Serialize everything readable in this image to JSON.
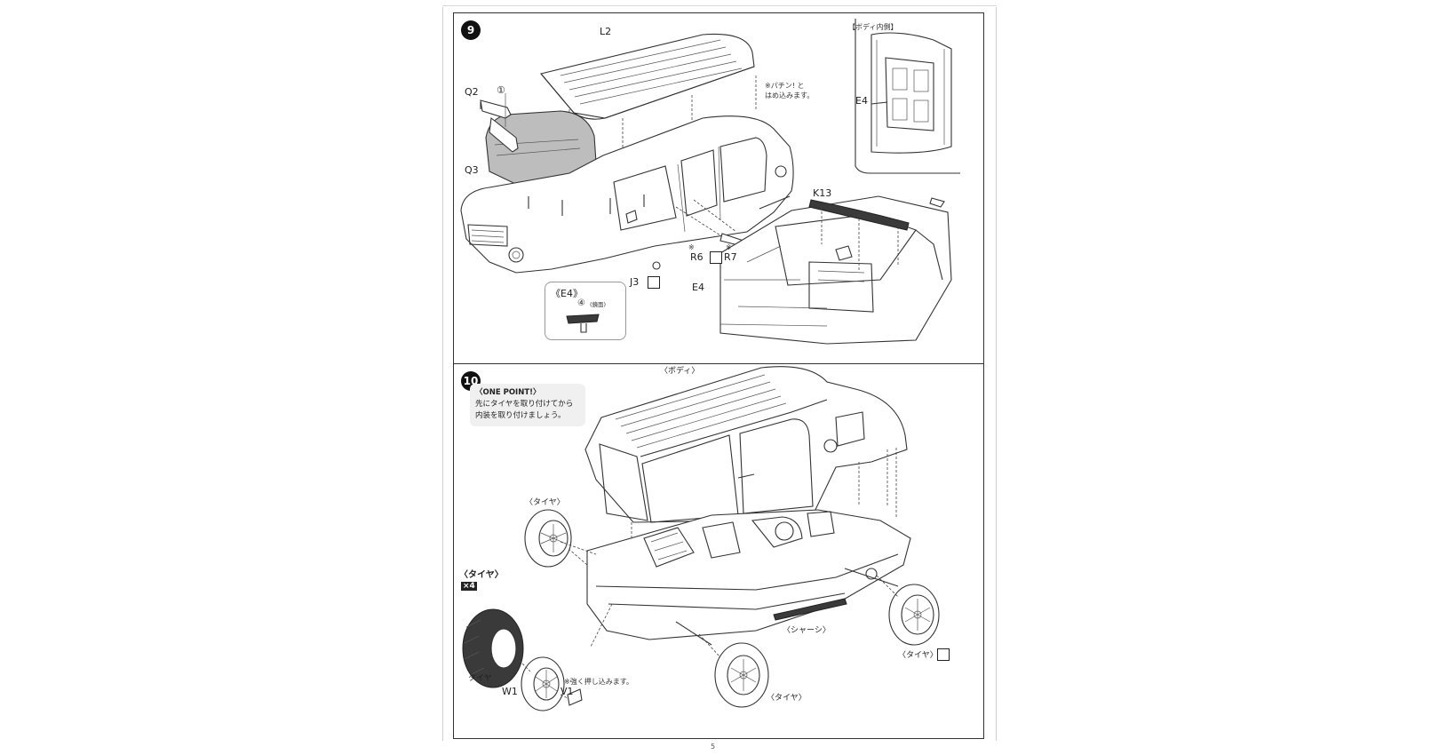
{
  "step9": {
    "number": "9",
    "labels": {
      "L2": "L2",
      "Q2": "Q2",
      "circle1": "①",
      "Q3": "Q3",
      "K13": "K13",
      "E4_inner": "E4",
      "E4_main": "E4",
      "R6": "R6",
      "R7": "R7",
      "J3": "J3",
      "asterisk_r6": "※",
      "asterisk_r7": "※"
    },
    "snap_note_line1": "※パチン! と",
    "snap_note_line2": "はめ込みます。",
    "body_inner_title": "【ボディ内側】",
    "e4_inset": {
      "title": "《E4》",
      "circle4": "④",
      "mirror_note": "(鏡面)"
    }
  },
  "step10": {
    "number": "10",
    "body_label": "〈ボディ〉",
    "one_point": {
      "heading": "〈ONE POINT!〉",
      "line1": "先にタイヤを取り付けてから",
      "line2": "内装を取り付けましょう。"
    },
    "tire_labels": {
      "upper_left": "〈タイヤ〉",
      "right": "〈タイヤ〉",
      "bottom": "〈タイヤ〉"
    },
    "chassis_label": "〈シャーシ〉",
    "subassembly": {
      "title": "〈タイヤ〉",
      "count": "×4",
      "tire": "タイヤ",
      "W1": "W1",
      "V1": "V1",
      "press_note": "※強く押し込みます。"
    }
  },
  "page_number": "5"
}
